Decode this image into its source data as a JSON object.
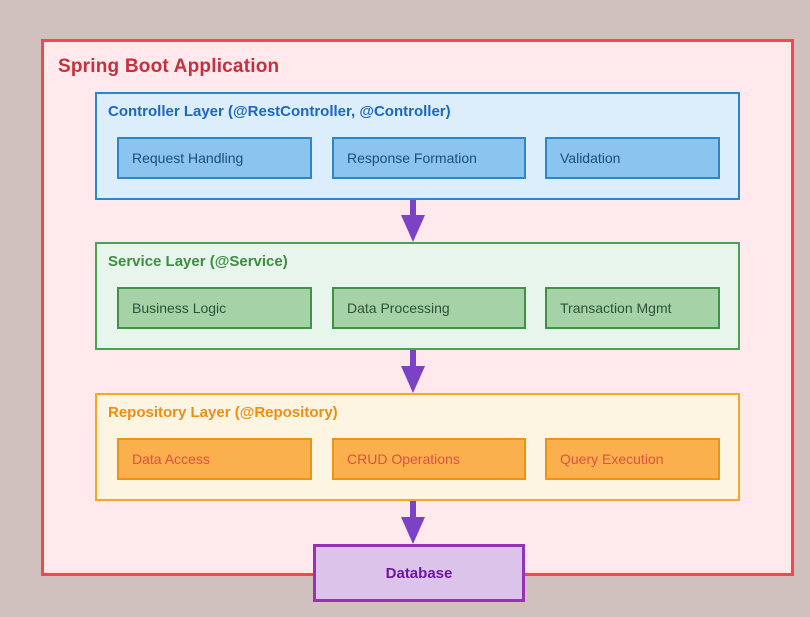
{
  "page": {
    "background": "#d0c1be"
  },
  "app": {
    "title": "Spring Boot Application",
    "title_color": "#c5303c",
    "border_color": "#f3484f",
    "bg": "#ffe9ed"
  },
  "layers": [
    {
      "title": "Controller Layer (@RestController, @Controller)",
      "bg": "#dcedfb",
      "border": "#2e86c8",
      "title_color": "#1b67c1",
      "item_bg": "#8ac4ef",
      "item_border": "#2e86c8",
      "item_text": "#1a4f7d",
      "items": [
        "Request Handling",
        "Response Formation",
        "Validation"
      ]
    },
    {
      "title": "Service Layer (@Service)",
      "bg": "#e7f5ec",
      "border": "#4ba053",
      "title_color": "#3e8d43",
      "item_bg": "#a5d3a7",
      "item_border": "#3e9345",
      "item_text": "#30503a",
      "items": [
        "Business Logic",
        "Data Processing",
        "Transaction Mgmt"
      ]
    },
    {
      "title": "Repository Layer (@Repository)",
      "bg": "#fdf4e2",
      "border": "#f6a72a",
      "title_color": "#ee8e11",
      "item_bg": "#fab14d",
      "item_border": "#ee9311",
      "item_text": "#dd5242",
      "items": [
        "Data Access",
        "CRUD Operations",
        "Query Execution"
      ]
    }
  ],
  "arrow": {
    "color": "#7b42c5"
  },
  "database": {
    "label": "Database",
    "bg": "#dcc3e9",
    "border": "#9732b6",
    "text_color": "#6d16a4"
  }
}
